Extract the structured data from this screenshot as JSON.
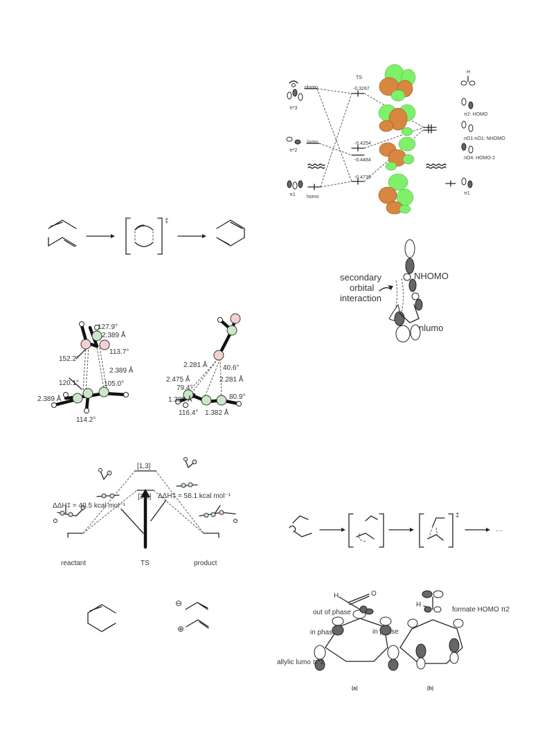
{
  "scheme_top": {
    "ts_symbol": "‡"
  },
  "mo_diagram": {
    "ts_label": "TS",
    "energies": [
      "-0.3267",
      "-0.4254",
      "-0.4484",
      "-0.4739"
    ],
    "left_labels": {
      "nlumo": "nlumo",
      "lumo": "lumo",
      "homo": "homo",
      "pi3": "π*3",
      "pi2": "π*2",
      "pi1": "π1"
    },
    "right_labels": {
      "h": "H",
      "pi2homo": "π2: HOMO",
      "nhomo": "nO1-nO1: NHOMO",
      "homo2": "nO4: HOMO-2",
      "pi1": "π1"
    }
  },
  "secondary": {
    "line1": "secondary",
    "line2": "orbital",
    "line3": "interaction",
    "nhomo": "NHOMO",
    "nlumo": "nlumo"
  },
  "geometry_left": {
    "a1": "127.9°",
    "a2": "2.389 Å",
    "a3": "152.2°",
    "a4": "113.7°",
    "a5": "2.389 Å",
    "a6": "120.1°",
    "a7": "105.0°",
    "a8": "2.389 Å",
    "a9": "114.2°"
  },
  "geometry_right": {
    "b1": "2.281 Å",
    "b2": "40.6°",
    "b3": "2.475 Å",
    "b4": "79.4°",
    "b5": "2.281 Å",
    "b6": "1.385 Å",
    "b7": "80.9°",
    "b8": "116.4°",
    "b9": "1.382 Å"
  },
  "energy_profile": {
    "ts13": "[1,3]",
    "ts33": "[3,3]",
    "dh_left": "ΔΔH‡ = 40.5 kcal mol⁻¹",
    "dh_right": "ΔΔH‡ = 58.1 kcal mol⁻¹",
    "reactant": "reactant",
    "ts": "TS",
    "product": "product"
  },
  "ion_pair": {
    "minus": "⊖",
    "plus": "⊕"
  },
  "scheme_right": {
    "ts_symbol": "‡",
    "ellipsis": "···"
  },
  "orbital_fig": {
    "h_left": "H",
    "o": "O",
    "out_of_phase": "out of phase",
    "in_phase_l": "in phase",
    "in_phase_r": "in phase",
    "allylic": "allylic lumo π*2",
    "a": "(a)",
    "h_right": "H",
    "formate": "formate HOMO π2",
    "b": "(b)"
  },
  "colors": {
    "orange": "#d98640",
    "green": "#7ff06a",
    "carbon": "#c9e8c6",
    "oxygen": "#f6d0d0"
  }
}
